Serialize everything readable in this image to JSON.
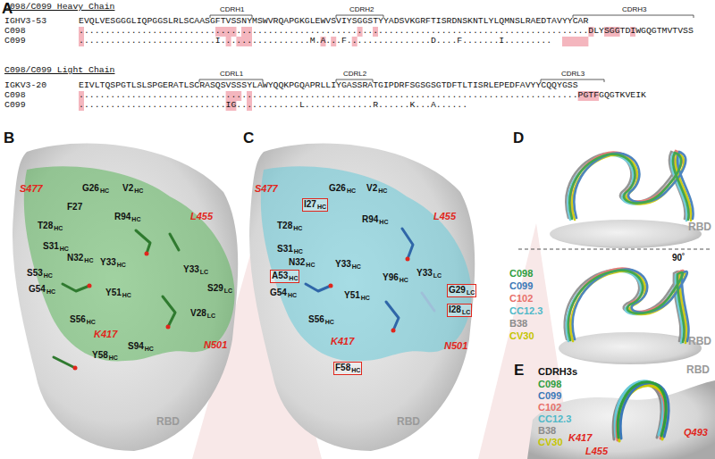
{
  "diagram": {
    "labels": [
      "A",
      "C098/C099 Heavy Chain",
      "CDRH1",
      "CDRH2",
      "CDRH3",
      "IGHV3-53",
      "EVQLVESGGGLIQPGGSLRLSCAASGFTVSSNYMSWVRQAPGKGLEWVSVIYSGGSTYYADSVKGRFTISRDNSKNTLYLQMNSLRAEDTAVYYCAR",
      "C098",
      ".................................................................................................DLYSGGTDIWGQGTMVTVSS",
      "C099",
      "..........................I.................M.A...F................D....F.......I.........",
      "C098/C099 Light Chain",
      "CDRL1",
      "CDRL2",
      "CDRL3",
      "IGKV3-20",
      "EIVLTQSPGTLSLSPGERATLSCRASQSVSSSYLAWYQQKPGQAPRLLIYGASSRATGIPDRFSGSGSGTDFTLTISRLEPEDFAVYYCQQYGSS",
      "C098",
      "...............................................................................................PGTFGQGTKVEIK",
      "C099",
      "............................IG............L.............R......K...A......",
      "B",
      "S477",
      "G26",
      "HC",
      "V2",
      "HC",
      "F27",
      "T28",
      "HC",
      "R94",
      "HC",
      "L455",
      "S31",
      "HC",
      "N32",
      "HC",
      "Y33",
      "HC",
      "S53",
      "HC",
      "Y33",
      "LC",
      "S29",
      "LC",
      "G54",
      "HC",
      "Y51",
      "HC",
      "V28",
      "LC",
      "K417",
      "S56",
      "HC",
      "S94",
      "HC",
      "N501",
      "Y58",
      "HC",
      "RBD",
      "C",
      "S477",
      "I27",
      "HC",
      "G26",
      "HC",
      "V2",
      "HC",
      "T28",
      "HC",
      "R94",
      "HC",
      "L455",
      "S31",
      "HC",
      "N32",
      "HC",
      "Y33",
      "HC",
      "A53",
      "HC",
      "Y96",
      "HC",
      "G54",
      "HC",
      "Y51",
      "HC",
      "Y33",
      "LC",
      "G29",
      "LC",
      "I28",
      "LC",
      "N501",
      "K417",
      "S56",
      "HC",
      "F58",
      "HC",
      "RBD",
      "D",
      "C098",
      "C099",
      "C102",
      "CC12.3",
      "B38",
      "CV30",
      "RBD",
      "90˚",
      "RBD",
      "E",
      "CDRH3s",
      "C098",
      "C099",
      "C102",
      "CC12.3",
      "B38",
      "CV30",
      "RBD",
      "K417",
      "L455",
      "Q493"
    ]
  }
}
